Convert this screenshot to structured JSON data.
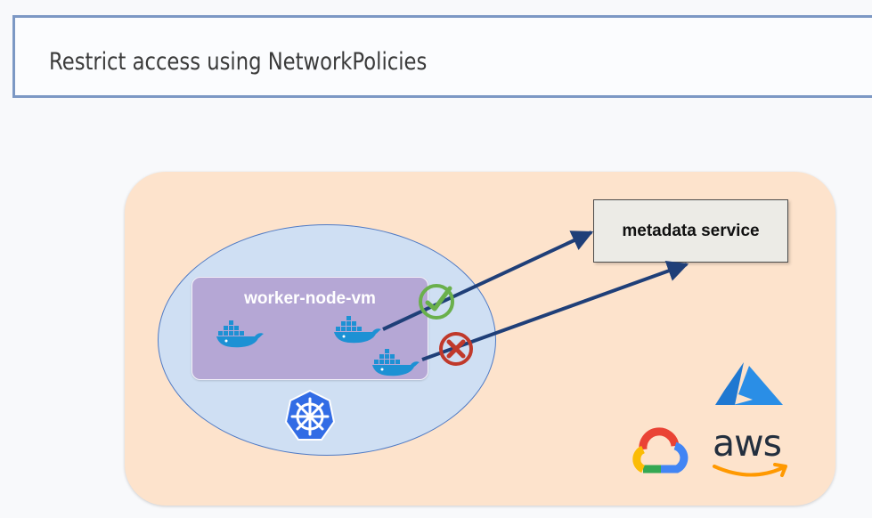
{
  "title": "Restrict access using NetworkPolicies",
  "worker_node_label": "worker-node-vm",
  "metadata_service_label": "metadata service",
  "aws_label": "aws",
  "colors": {
    "title_border": "#7c98c4",
    "cloud_panel": "#fde3cc",
    "cluster": "#cfdff3",
    "worker_node": "#b5a7d5",
    "arrow": "#1f3f78",
    "allowed": "#6ab04c",
    "denied": "#c0392b",
    "kubernetes": "#326ce5"
  },
  "icons": {
    "containers": [
      "docker-whale-icon",
      "docker-whale-icon",
      "docker-whale-icon"
    ],
    "allowed": "check-circle-icon",
    "denied": "x-circle-icon",
    "cluster": "kubernetes-icon",
    "providers": [
      "azure-icon",
      "google-cloud-icon",
      "aws-icon"
    ]
  }
}
